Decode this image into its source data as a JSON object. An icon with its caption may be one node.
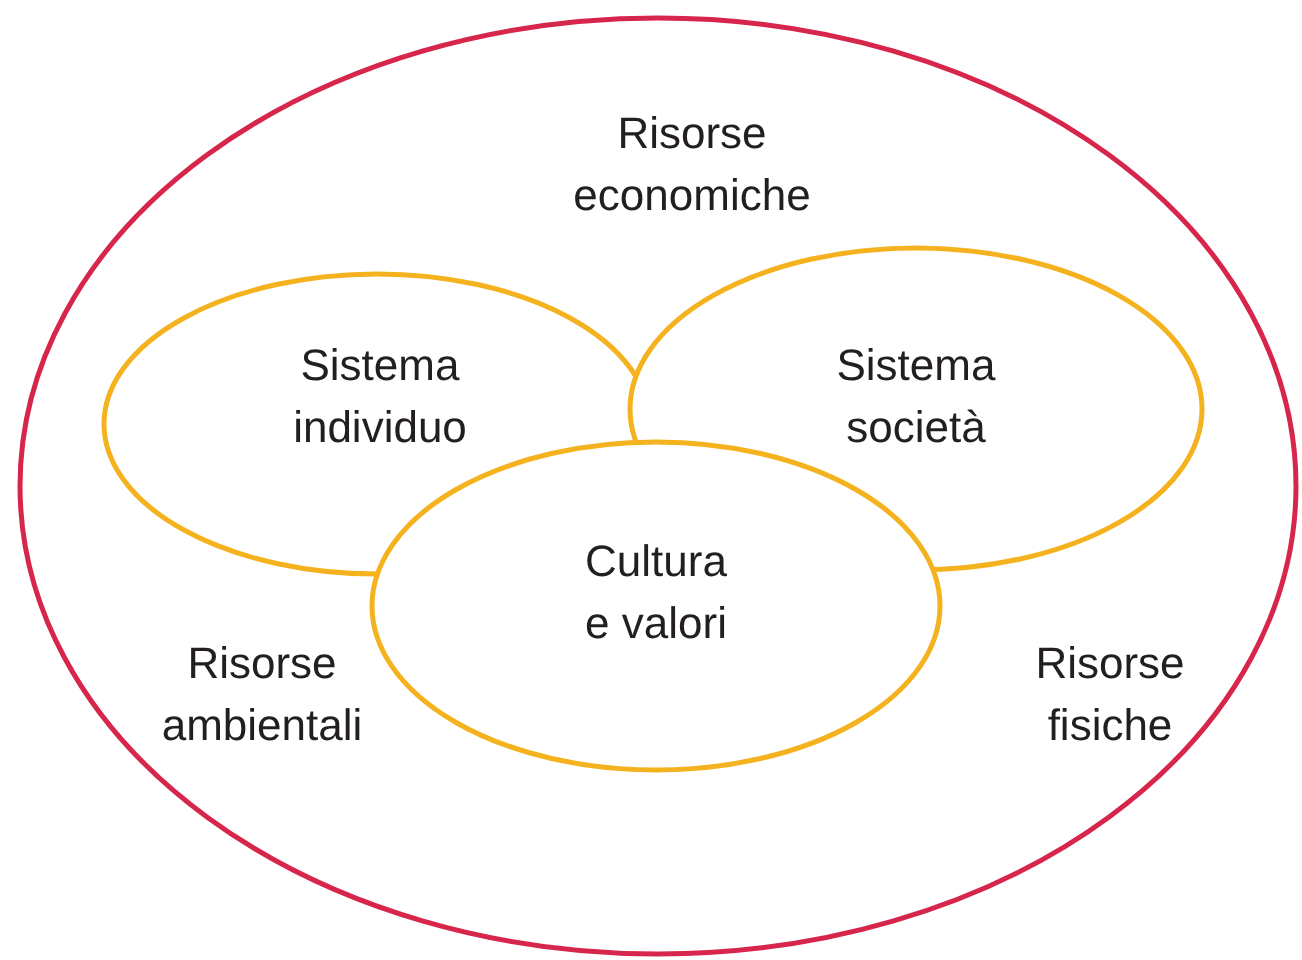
{
  "diagram": {
    "nodes": [
      {
        "text": [
          "Risorse economiche",
          "Risorse ambientali",
          "Risorse fisiche"
        ]
      },
      {
        "text": [
          "Sistema individuo"
        ],
        "in": 0
      },
      {
        "text": [
          "Sistema società"
        ],
        "in": 0
      },
      {
        "text": [
          "Cultura e valori"
        ],
        "in": 0
      }
    ]
  }
}
